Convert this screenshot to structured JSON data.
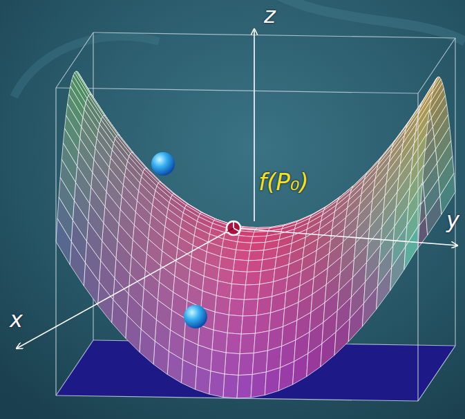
{
  "diagram": {
    "labels": [
      "z",
      "y",
      "x",
      "f(P₀)"
    ]
  }
}
